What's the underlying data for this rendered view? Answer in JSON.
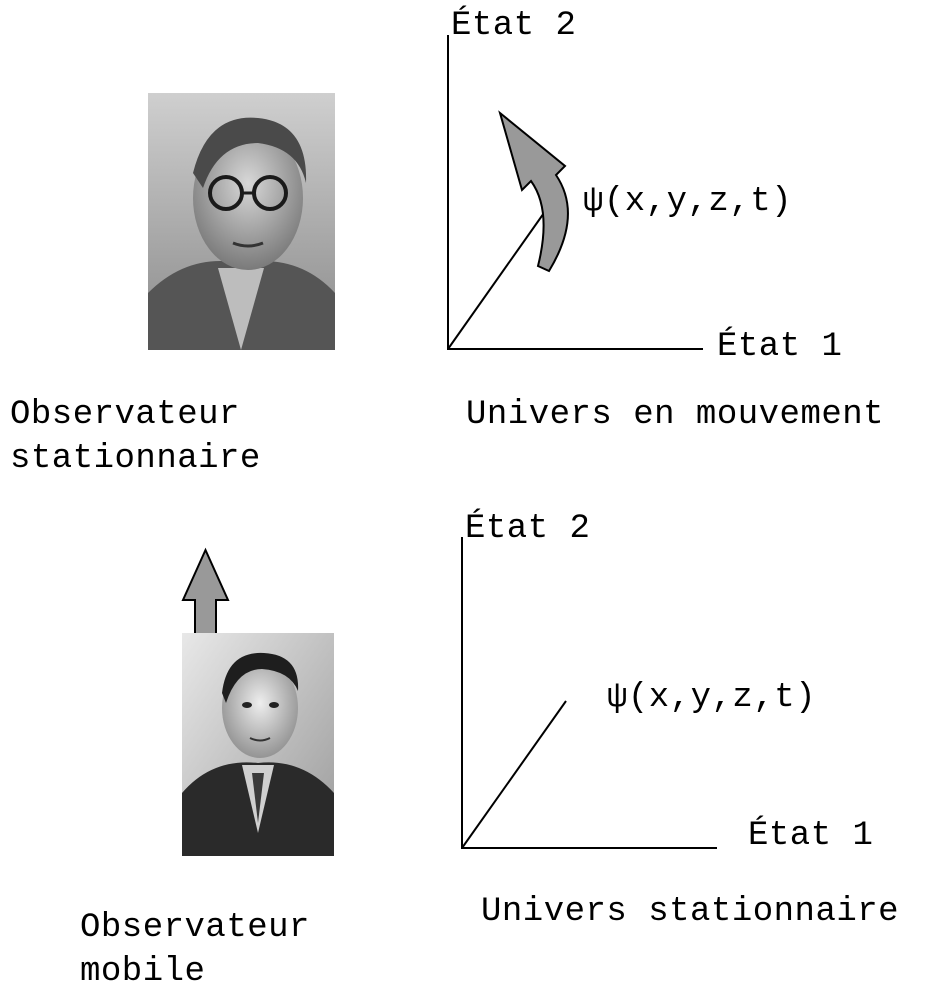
{
  "top_panel": {
    "observer_label": "Observateur\nstationnaire",
    "universe_label": "Univers en mouvement",
    "axis_y_label": "État 2",
    "axis_x_label": "État 1",
    "wavefunction_label": "ψ(x,y,z,t)"
  },
  "bottom_panel": {
    "observer_label": "Observateur\nmobile",
    "universe_label": "Univers stationnaire",
    "axis_y_label": "État 2",
    "axis_x_label": "État 1",
    "wavefunction_label": "ψ(x,y,z,t)"
  },
  "colors": {
    "arrow_fill": "#999999",
    "line": "#000000"
  }
}
